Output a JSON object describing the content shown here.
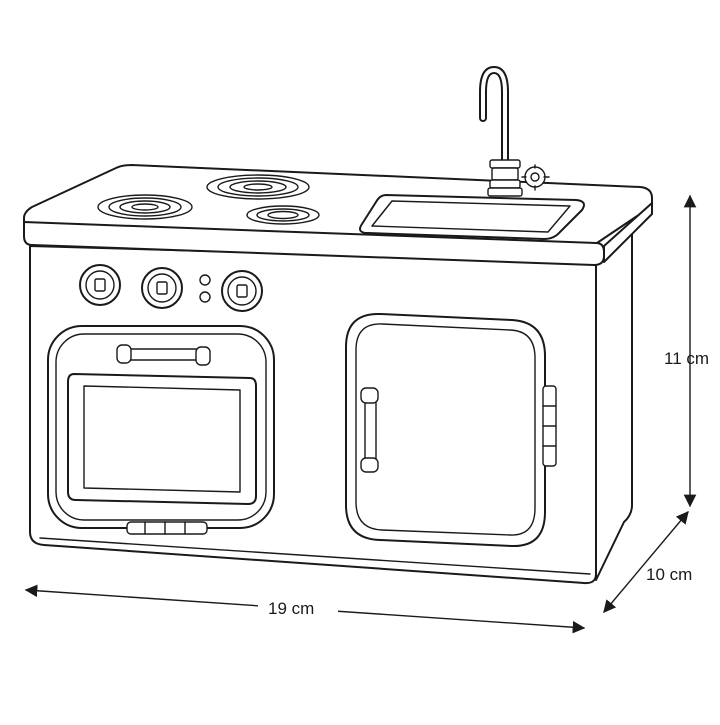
{
  "dimensions": {
    "height": "11 cm",
    "depth": "10 cm",
    "width": "19 cm"
  },
  "colors": {
    "line": "#1a1a1a",
    "background": "#ffffff"
  },
  "icons": [
    "faucet-icon",
    "burner-icon",
    "knob-icon",
    "handle-icon",
    "hinge-icon"
  ]
}
